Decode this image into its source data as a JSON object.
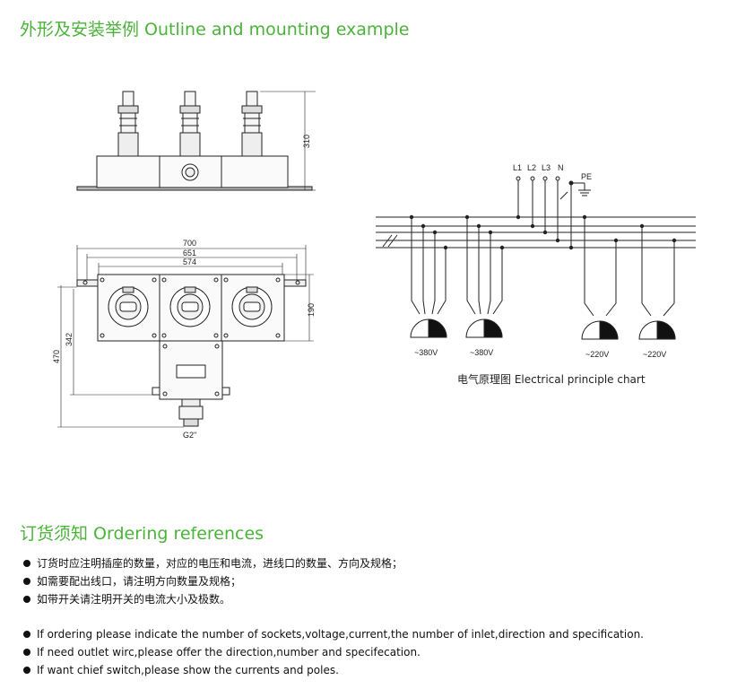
{
  "heading_outline": "外形及安装举例 Outline and mounting example",
  "heading_ordering": "订货须知 Ordering references",
  "dimensions": {
    "side_height": "310",
    "width_700": "700",
    "width_651": "651",
    "width_574": "574",
    "height_470": "470",
    "height_342": "342",
    "height_190": "190",
    "thread": "G2\""
  },
  "circuit": {
    "lines": [
      "L1",
      "L2",
      "L3",
      "N"
    ],
    "pe": "PE",
    "voltages": [
      "~380V",
      "~380V",
      "~220V",
      "~220V"
    ],
    "caption": "电气原理图 Electrical principle chart"
  },
  "ordering_cn": [
    "订货时应注明插座的数量，对应的电压和电流，进线口的数量、方向及规格；",
    "如需要配出线口，请注明方向数量及规格；",
    "如带开关请注明开关的电流大小及极数。"
  ],
  "ordering_en": [
    "If ordering please indicate the number of sockets,voltage,current,the number of inlet,direction and specification.",
    "If need outlet wirc,please offer the direction,number and specifecation.",
    "If want chief switch,please show the currents and poles."
  ],
  "colors": {
    "accent": "#4bb33a"
  }
}
